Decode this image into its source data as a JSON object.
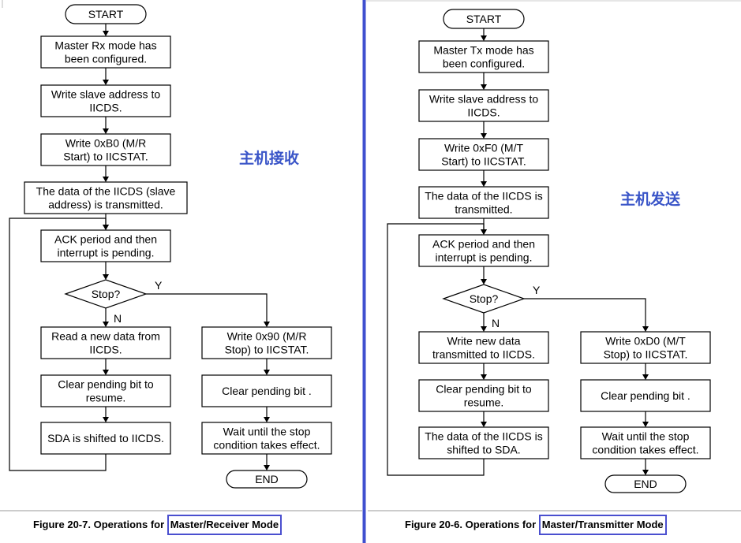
{
  "left": {
    "start": "START",
    "end": "END",
    "steps": [
      [
        "Master Rx mode has",
        "been configured."
      ],
      [
        "Write slave address to",
        "IICDS."
      ],
      [
        "Write 0xB0 (M/R",
        "Start) to IICSTAT."
      ],
      [
        "The data of the IICDS (slave",
        "address) is transmitted."
      ],
      [
        "ACK period and then",
        "interrupt is pending."
      ]
    ],
    "decision": "Stop?",
    "yes": "Y",
    "no": "N",
    "no_branch": [
      [
        "Read a new data from",
        "IICDS."
      ],
      [
        "Clear pending bit to",
        "resume."
      ],
      [
        "SDA is shifted to IICDS."
      ]
    ],
    "yes_branch": [
      [
        "Write 0x90 (M/R",
        "Stop) to IICSTAT."
      ],
      [
        "Clear pending bit ."
      ],
      [
        "Wait until the stop",
        "condition takes effect."
      ]
    ],
    "annotation": "主机接收",
    "caption_prefix": "Figure 20-7. Operations for ",
    "caption_highlight": "Master/Receiver Mode"
  },
  "right": {
    "start": "START",
    "end": "END",
    "steps": [
      [
        "Master Tx mode has",
        "been configured."
      ],
      [
        "Write slave address to",
        "IICDS."
      ],
      [
        "Write 0xF0 (M/T",
        "Start) to IICSTAT."
      ],
      [
        "The data of the IICDS is",
        "transmitted."
      ],
      [
        "ACK period and then",
        "interrupt is pending."
      ]
    ],
    "decision": "Stop?",
    "yes": "Y",
    "no": "N",
    "no_branch": [
      [
        "Write new data",
        "transmitted to IICDS."
      ],
      [
        "Clear pending bit to",
        "resume."
      ],
      [
        "The data of the IICDS is",
        "shifted to SDA."
      ]
    ],
    "yes_branch": [
      [
        "Write 0xD0 (M/T",
        "Stop) to IICSTAT."
      ],
      [
        "Clear pending bit ."
      ],
      [
        "Wait until the stop",
        "condition takes effect."
      ]
    ],
    "annotation": "主机发送",
    "caption_prefix": "Figure 20-6. Operations for ",
    "caption_highlight": "Master/Transmitter Mode"
  },
  "colors": {
    "divider": "#3f4fcf",
    "annotation": "#3a55c8",
    "caption_box": "#4a4fcf"
  }
}
